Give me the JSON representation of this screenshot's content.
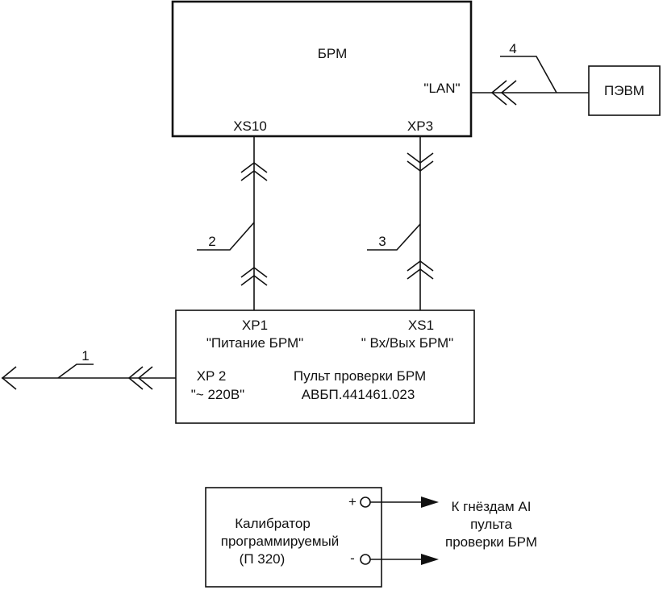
{
  "diagram": {
    "brm": {
      "title": "БРМ",
      "port_lan": "\"LAN\"",
      "port_xs10": "XS10",
      "port_xp3": "XP3"
    },
    "pevm": {
      "title": "ПЭВМ"
    },
    "panel": {
      "port_xp1": "XP1",
      "port_xp1_name": "\"Питание БРМ\"",
      "port_xs1": "XS1",
      "port_xs1_name": "\" Вх/Вых БРМ\"",
      "port_xp2": "XP 2",
      "port_xp2_name": "\"~ 220В\"",
      "title": "Пульт проверки БРМ",
      "code": "АВБП.441461.023"
    },
    "cables": {
      "c1": "1",
      "c2": "2",
      "c3": "3",
      "c4": "4"
    },
    "calibrator": {
      "line1": "Калибратор",
      "line2": "программируемый",
      "line3": "(П 320)",
      "plus": "+",
      "minus": "-"
    },
    "target": {
      "line1": "К гнёздам AI",
      "line2": "пульта",
      "line3": "проверки БРМ"
    }
  }
}
